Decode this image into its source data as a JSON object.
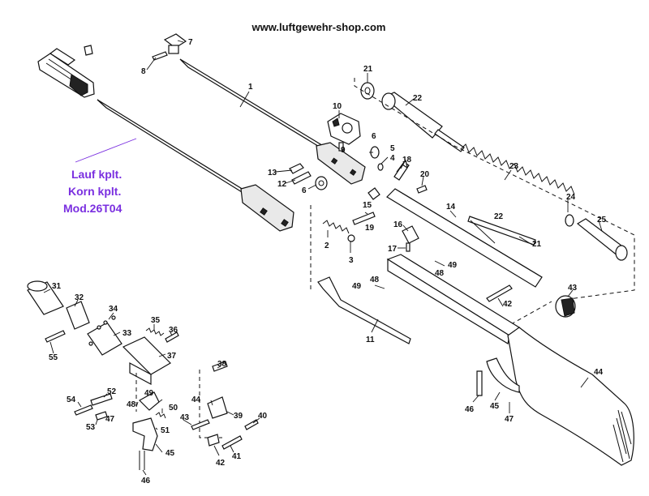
{
  "header": {
    "website": "www.luftgewehr-shop.com"
  },
  "note": {
    "line1": "Lauf kplt.",
    "line2": "Korn kplt.",
    "line3": "Mod.26T04",
    "color": "#7a2fe0"
  },
  "part_numbers": {
    "p1": "1",
    "p2": "2",
    "p3": "3",
    "p4": "4",
    "p5": "5",
    "p6": "6",
    "p6b": "6",
    "p7": "7",
    "p8": "8",
    "p9": "9",
    "p10": "10",
    "p11": "11",
    "p12": "12",
    "p13": "13",
    "p14": "14",
    "p15": "15",
    "p16": "16",
    "p17": "17",
    "p18": "18",
    "p19": "19",
    "p20": "20",
    "p21": "21",
    "p21b": "21",
    "p22": "22",
    "p22b": "22",
    "p23": "23",
    "p24": "24",
    "p25": "25",
    "p31": "31",
    "p32": "32",
    "p33": "33",
    "p34": "34",
    "p35": "35",
    "p36": "36",
    "p37": "37",
    "p38": "38",
    "p39": "39",
    "p40": "40",
    "p41": "41",
    "p42": "42",
    "p42b": "42",
    "p43": "43",
    "p43b": "43",
    "p44": "44",
    "p44b": "44",
    "p45": "45",
    "p45b": "45",
    "p46": "46",
    "p46b": "46",
    "p47": "47",
    "p47b": "47",
    "p48": "48",
    "p48b": "48",
    "p48c": "48",
    "p49": "49",
    "p49b": "49",
    "p49c": "49",
    "p50": "50",
    "p51": "51",
    "p52": "52",
    "p53": "53",
    "p54": "54",
    "p55": "55"
  }
}
